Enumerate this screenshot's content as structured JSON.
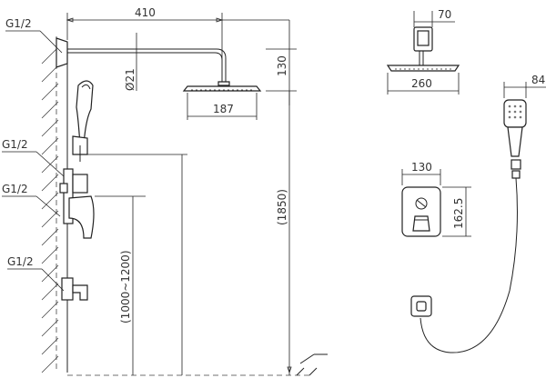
{
  "labels": {
    "thread_1": "G1/2",
    "thread_2": "G1/2",
    "thread_3": "G1/2",
    "thread_4": "G1/2"
  },
  "dimensions": {
    "arm_length": "410",
    "arm_diameter": "Ø21",
    "head_drop": "130",
    "head_width_side": "187",
    "total_height": "(1850)",
    "valve_height": "(1000~1200)",
    "ceiling_mount": "70",
    "head_width_top": "260",
    "plate_width": "130",
    "plate_height": "162.5",
    "hand_shower_width": "84"
  }
}
